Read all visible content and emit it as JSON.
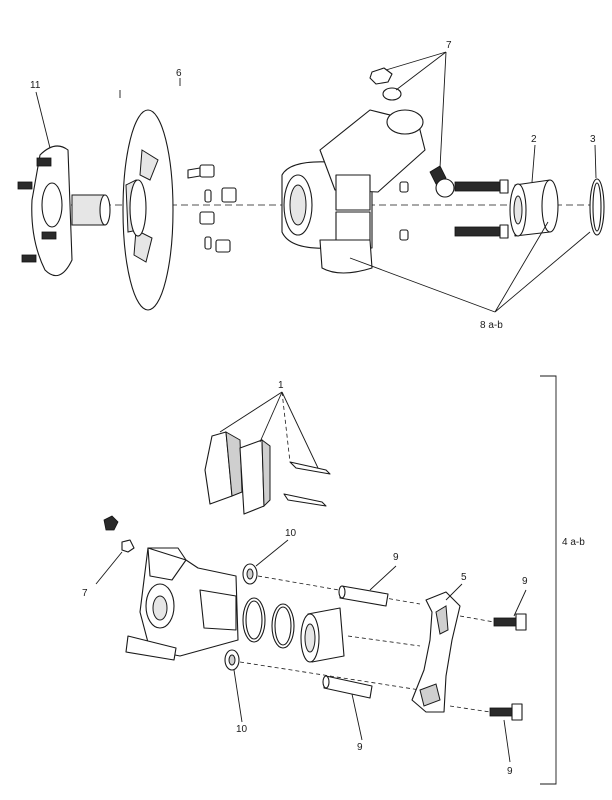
{
  "callouts": {
    "c11": "11",
    "c6": "6",
    "c7_top": "7",
    "c2": "2",
    "c3": "3",
    "c8": "8 a-b",
    "c1": "1",
    "c10_top": "10",
    "c9_mid": "9",
    "c5": "5",
    "c9_right": "9",
    "c4": "4 a-b",
    "c7_left": "7",
    "c10_bottom": "10",
    "c9_bottom": "9",
    "c9_bottom_right": "9"
  }
}
